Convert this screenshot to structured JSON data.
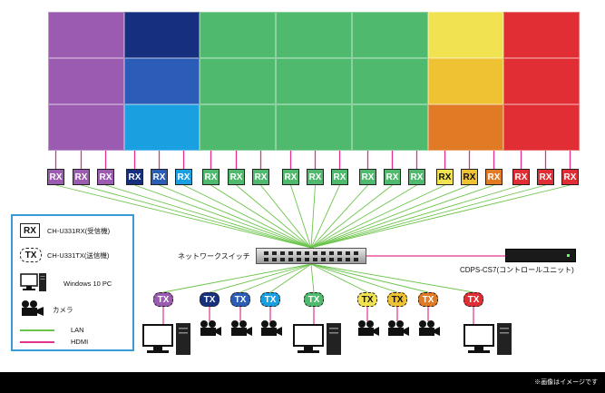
{
  "rx_label": "RX",
  "tx_label": "TX",
  "colors": {
    "purple": "#9a5bb0",
    "navy": "#16307f",
    "royal": "#2b5db8",
    "sky": "#1aa0e0",
    "green": "#4fba6e",
    "yellow": "#f0e250",
    "amber": "#eec232",
    "orange": "#e07a24",
    "red": "#e02e34",
    "lan": "#6bc44a",
    "hdmi": "#e0348a"
  },
  "video_wall": {
    "columns": 7,
    "rows": 3,
    "cells": [
      [
        "purple",
        "navy",
        "green",
        "green",
        "green",
        "yellow",
        "red"
      ],
      [
        "purple",
        "royal",
        "green",
        "green",
        "green",
        "amber",
        "red"
      ],
      [
        "purple",
        "sky",
        "green",
        "green",
        "green",
        "orange",
        "red"
      ]
    ]
  },
  "receivers": [
    "purple",
    "purple",
    "purple",
    "navy",
    "royal",
    "sky",
    "green",
    "green",
    "green",
    "green",
    "green",
    "green",
    "green",
    "green",
    "green",
    "yellow",
    "amber",
    "orange",
    "red",
    "red",
    "red"
  ],
  "transmitters": [
    "purple",
    "navy",
    "royal",
    "sky",
    "green",
    "yellow",
    "amber",
    "orange",
    "red"
  ],
  "switch_label": "ネットワークスイッチ",
  "controller_label": "CDPS-CS7(コントロールユニット)",
  "legend": {
    "rx_desc": "CH-U331RX(受信機)",
    "tx_desc": "CH-U331TX(送信機)",
    "pc_desc": "Windows 10 PC",
    "camera_desc": "カメラ",
    "lan_desc": "LAN",
    "hdmi_desc": "HDMI"
  },
  "note": "※画像はイメージです"
}
